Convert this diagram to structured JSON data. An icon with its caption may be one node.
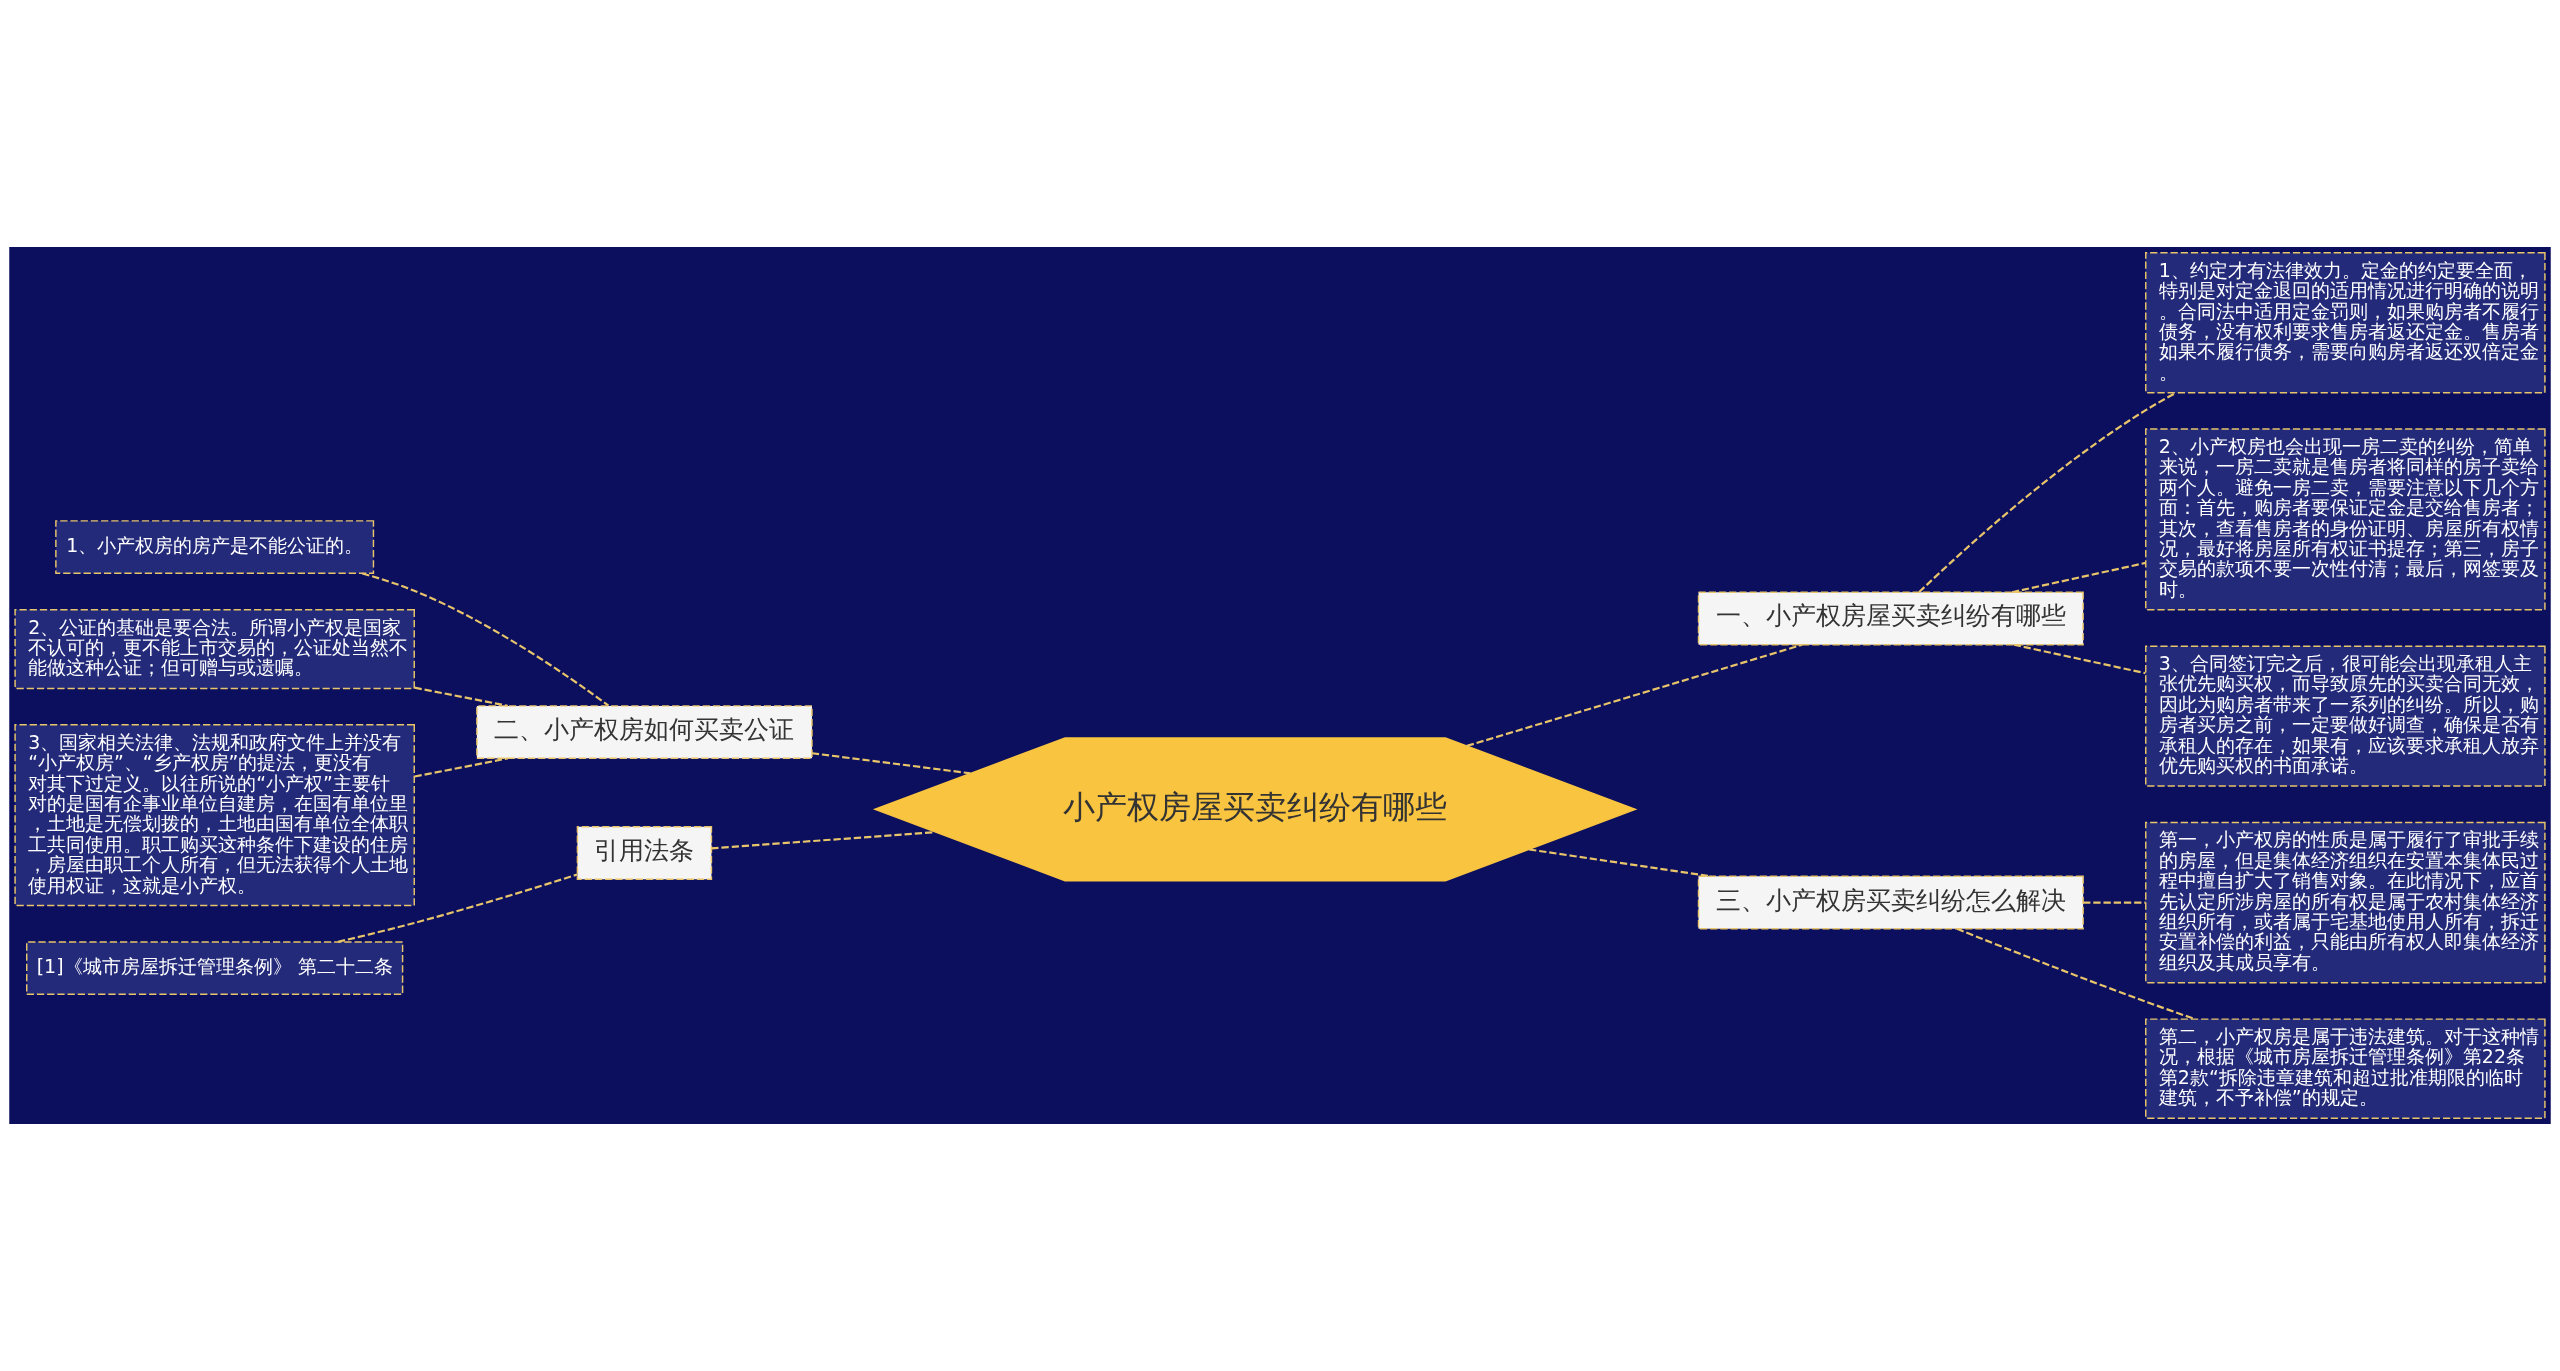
{
  "diagram": {
    "nodes": [
      {
        "text": [
          "小产权房屋买卖纠纷有哪些"
        ]
      },
      {
        "text": [
          "一、小产权房屋买卖纠纷有哪些"
        ]
      },
      {
        "text": [
          "1、约定才有法律效力。定金的约定要全面，特别是对定金退回的适用情况进行明确的说明。合同法中适用定金罚则，如果购房者不履行债务，没有权利要求售房者返还定金。售房者如果不履行债务，需要向购房者返还双倍定金。"
        ]
      },
      {
        "text": [
          "2、小产权房也会出现一房二卖的纠纷，简单来说，一房二卖就是售房者将同样的房子卖给两个人。避免一房二卖，需要注意以下几个方面：首先，购房者要保证定金是交给售房者；其次，查看售房者的身份证明、房屋所有权情况，最好将房屋所有权证书提存；第三，房子交易的款项不要一次性付清；最后，网签要及时。"
        ]
      },
      {
        "text": [
          "3、合同签订完之后，很可能会出现承租人主张优先购买权，而导致原先的买卖合同无效，因此为购房者带来了一系列的纠纷。所以，购房者买房之前，一定要做好调查，确保是否有承租人的存在，如果有，应该要求承租人放弃优先购买权的书面承诺。"
        ]
      },
      {
        "text": [
          "三、小产权房买卖纠纷怎么解决"
        ]
      },
      {
        "text": [
          "第一，小产权房的性质是属于履行了审批手续的房屋，但是集体经济组织在安置本集体民过程中擅自扩大了销售对象。在此情况下，应首先认定所涉房屋的所有权是属于农村集体经济组织所有，或者属于宅基地使用人所有，拆迁安置补偿的利益，只能由所有权人即集体经济组织及其成员享有。"
        ]
      },
      {
        "text": [
          "第二，小产权房是属于违法建筑。对于这种情况，根据《城市房屋拆迁管理条例》第22条第2款“拆除违章建筑和超过批准期限的临时建筑，不予补偿”的规定。"
        ]
      },
      {
        "text": [
          "二、小产权房如何买卖公证"
        ]
      },
      {
        "text": [
          "1、小产权房的房产是不能公证的。"
        ]
      },
      {
        "text": [
          "2、公证的基础是要合法。所谓小产权是国家不认可的，更不能上市交易的，公证处当然不能做这种公证；但可赠与或遗嘱。"
        ]
      },
      {
        "text": [
          "3、国家相关法律、法规和政府文件上并没有“小产权房”、“乡产权房”的提法，更没有对其下过定义。以往所说的“小产权”主要针对的是国有企事业单位自建房，在国有单位里，土地是无偿划拨的，土地由国有单位全体职工共同使用。职工购买这种条件下建设的住房，房屋由职工个人所有，但无法获得个人土地使用权证，这就是小产权。"
        ]
      },
      {
        "text": [
          "引用法条"
        ]
      },
      {
        "text": [
          "[1]《城市房屋拆迁管理条例》 第二十二条"
        ]
      }
    ],
    "edges": [
      {
        "from": 0,
        "to": 1,
        "arrow": "none",
        "style": "dashed"
      },
      {
        "from": 1,
        "to": 2,
        "arrow": "none",
        "style": "dashed"
      },
      {
        "from": 1,
        "to": 3,
        "arrow": "none",
        "style": "dashed"
      },
      {
        "from": 1,
        "to": 4,
        "arrow": "none",
        "style": "dashed"
      },
      {
        "from": 0,
        "to": 5,
        "arrow": "none",
        "style": "dashed"
      },
      {
        "from": 5,
        "to": 6,
        "arrow": "none",
        "style": "dashed"
      },
      {
        "from": 5,
        "to": 7,
        "arrow": "none",
        "style": "dashed"
      },
      {
        "from": 0,
        "to": 8,
        "arrow": "none",
        "style": "dashed"
      },
      {
        "from": 8,
        "to": 9,
        "arrow": "none",
        "style": "dashed"
      },
      {
        "from": 8,
        "to": 10,
        "arrow": "none",
        "style": "dashed"
      },
      {
        "from": 8,
        "to": 11,
        "arrow": "none",
        "style": "dashed"
      },
      {
        "from": 0,
        "to": 12,
        "arrow": "none",
        "style": "dashed"
      },
      {
        "from": 12,
        "to": 13,
        "arrow": "none",
        "style": "dashed"
      }
    ]
  }
}
